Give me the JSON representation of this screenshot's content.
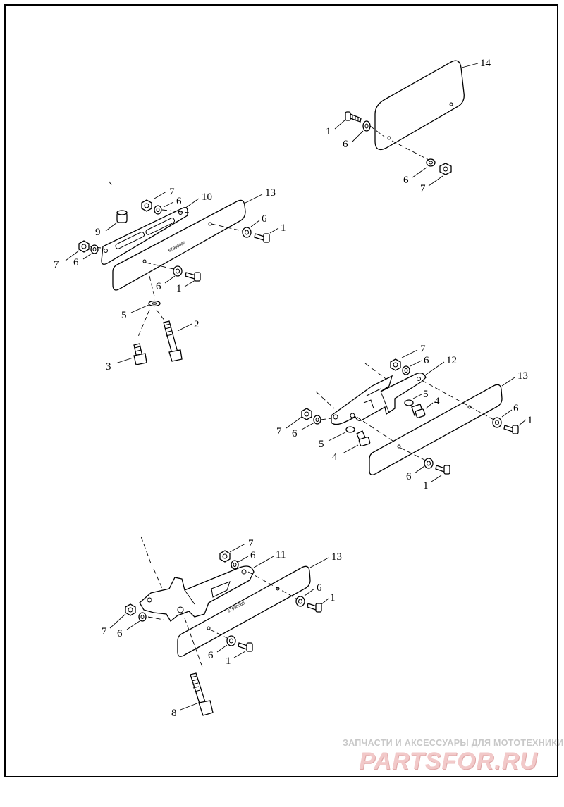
{
  "diagram": {
    "type": "exploded-parts-diagram",
    "groups": [
      {
        "id": "top-right-plate",
        "callouts": [
          "14",
          "1",
          "6",
          "6",
          "7"
        ]
      },
      {
        "id": "upper-left-bracket",
        "callouts": [
          "9",
          "7",
          "6",
          "10",
          "13",
          "6",
          "1",
          "7",
          "6",
          "6",
          "1",
          "5",
          "2",
          "3"
        ],
        "stamp": "67900069"
      },
      {
        "id": "middle-right-bracket",
        "callouts": [
          "7",
          "6",
          "12",
          "13",
          "5",
          "4",
          "6",
          "1",
          "7",
          "6",
          "5",
          "4",
          "6",
          "1"
        ]
      },
      {
        "id": "lower-left-bracket",
        "callouts": [
          "7",
          "6",
          "11",
          "13",
          "6",
          "1",
          "7",
          "6",
          "6",
          "1",
          "8"
        ],
        "stamp": "67900069"
      }
    ]
  },
  "labels": {
    "g1": {
      "l14": "14",
      "l1": "1",
      "l6a": "6",
      "l6b": "6",
      "l7": "7"
    },
    "g2": {
      "l9": "9",
      "l7a": "7",
      "l6a": "6",
      "l10": "10",
      "l13": "13",
      "l6b": "6",
      "l1a": "1",
      "l7b": "7",
      "l6c": "6",
      "l6d": "6",
      "l1b": "1",
      "l5": "5",
      "l2": "2",
      "l3": "3",
      "stamp": "67900069"
    },
    "g3": {
      "l7a": "7",
      "l6a": "6",
      "l12": "12",
      "l13": "13",
      "l5a": "5",
      "l4a": "4",
      "l6b": "6",
      "l1a": "1",
      "l7b": "7",
      "l6c": "6",
      "l5b": "5",
      "l4b": "4",
      "l6d": "6",
      "l1b": "1"
    },
    "g4": {
      "l7a": "7",
      "l6a": "6",
      "l11": "11",
      "l13": "13",
      "l6b": "6",
      "l1a": "1",
      "l7b": "7",
      "l6c": "6",
      "l6d": "6",
      "l1b": "1",
      "l8": "8",
      "stamp": "67900069"
    }
  },
  "watermark": {
    "line1": "ЗАПЧАСТИ И АКСЕССУАРЫ ДЛЯ МОТОТЕХНИКИ",
    "line2": "PARTSFOR.RU"
  },
  "colors": {
    "line": "#000000",
    "background": "#ffffff",
    "watermark_text": "#c8c8c8",
    "watermark_logo": "#f2c9c9"
  }
}
